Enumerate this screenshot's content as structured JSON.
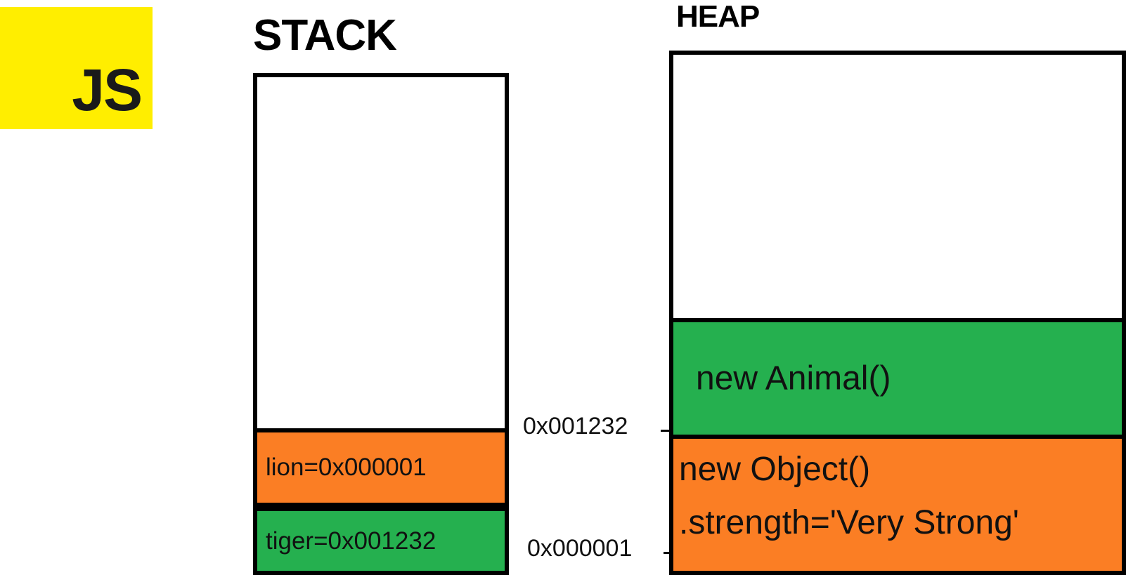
{
  "logo": {
    "text": "JS",
    "color": "#ffee00"
  },
  "stack": {
    "title": "STACK",
    "cells": [
      {
        "label": "lion=0x000001",
        "color": "#fb7e24"
      },
      {
        "label": "tiger=0x001232",
        "color": "#25b04f"
      }
    ]
  },
  "heap": {
    "title": "HEAP",
    "animal": {
      "label": "new Animal()",
      "color": "#25b04f"
    },
    "object": {
      "line1": "new Object()",
      "line2": ".strength='Very Strong'",
      "color": "#fb7e24"
    },
    "addresses": [
      {
        "label": "0x001232"
      },
      {
        "label": "0x000001"
      }
    ]
  }
}
